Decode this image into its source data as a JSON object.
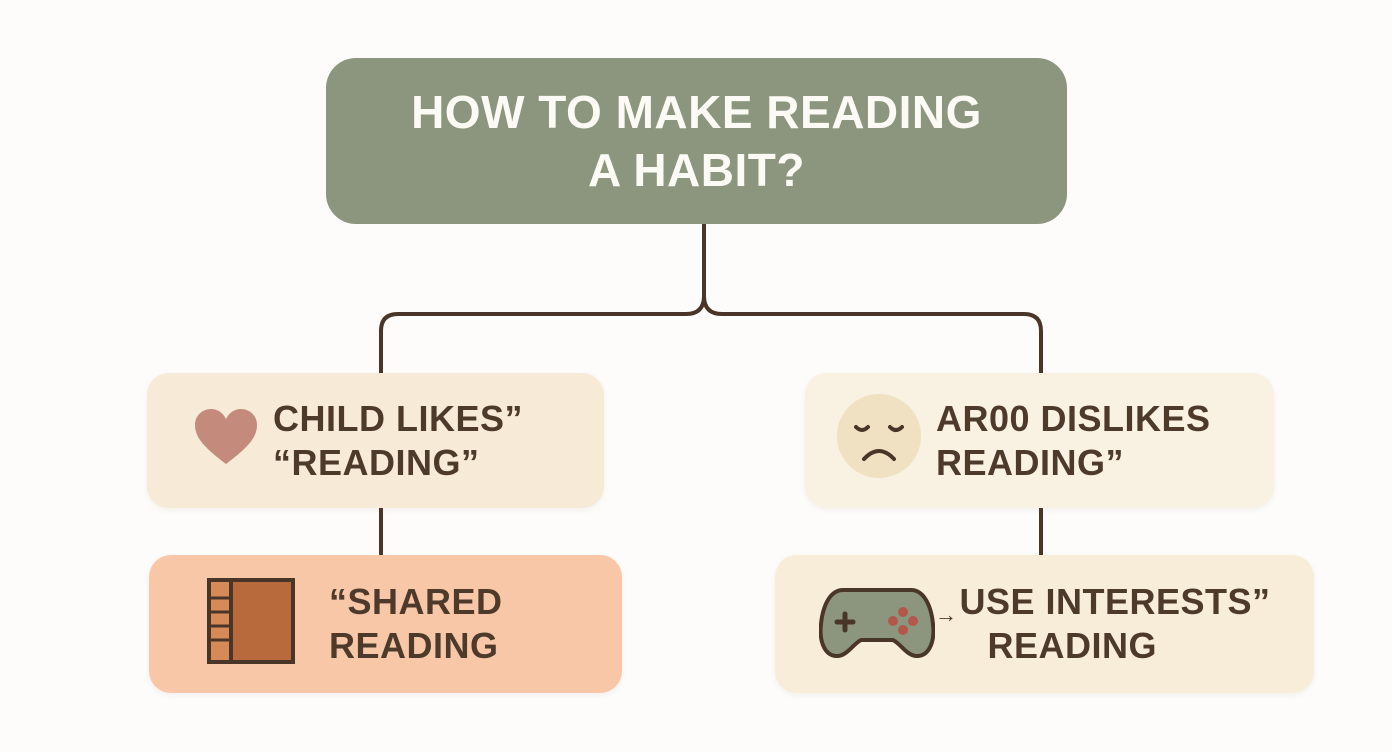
{
  "colors": {
    "root_bg": "#8c957d",
    "likes_bg": "#f7ead6",
    "dislikes_bg": "#f9f1e1",
    "shared_bg": "#f8c7a8",
    "interests_bg": "#f8edd9",
    "connector": "#4a3628",
    "text": "#4d3a2b"
  },
  "root": {
    "line1": "HOW TO MAKE READING",
    "line2": "A HABIT?"
  },
  "branches": {
    "likes": {
      "icon": "heart-icon",
      "line1": "CHILD LIKES”",
      "line2": "“READING”"
    },
    "dislikes": {
      "icon": "sad-face-icon",
      "line1": "AR00 DISLIKES",
      "line2": "READING”"
    }
  },
  "leaves": {
    "shared": {
      "icon": "book-icon",
      "line1": "“SHARED",
      "line2": "READING"
    },
    "interests": {
      "icon": "game-controller-icon",
      "arrow": "→",
      "line1": "USE INTERESTS”",
      "line2": "READING"
    }
  }
}
